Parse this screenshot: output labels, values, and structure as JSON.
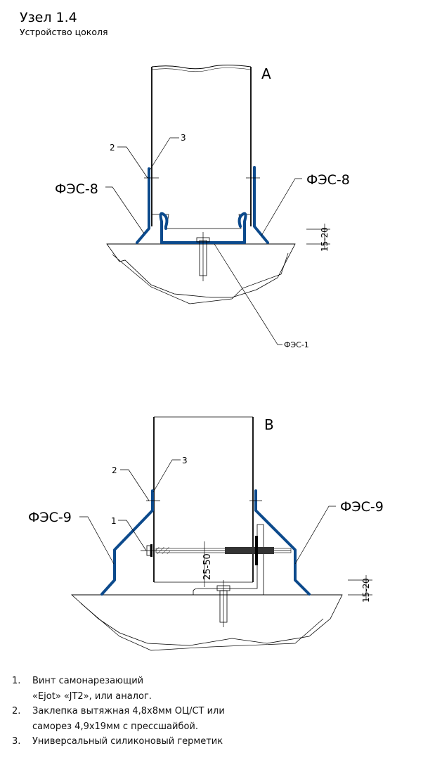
{
  "header": {
    "title": "Узел 1.4",
    "subtitle": "Устройство цоколя"
  },
  "detail_a": {
    "label": "A",
    "left_profile": "ФЭС-8",
    "right_profile": "ФЭС-8",
    "base_profile": "ФЭС-1",
    "callout_2": "2",
    "callout_3": "3",
    "dimension": "15-20"
  },
  "detail_b": {
    "label": "B",
    "left_profile": "ФЭС-9",
    "right_profile": "ФЭС-9",
    "callout_1": "1",
    "callout_2": "2",
    "callout_3": "3",
    "dimension_gap": "25-50",
    "dimension": "15-20"
  },
  "notes": [
    {
      "num": "1.",
      "lines": [
        "Винт самонарезающий",
        "«Ejot» «JT2», или аналог."
      ]
    },
    {
      "num": "2.",
      "lines": [
        "Заклепка вытяжная 4,8х8мм ОЦ/СТ или",
        "саморез 4,9х19мм с прессшайбой."
      ]
    },
    {
      "num": "3.",
      "lines": [
        "Универсальный силиконовый герметик"
      ]
    }
  ],
  "colors": {
    "profile": "#0c4a8c"
  }
}
